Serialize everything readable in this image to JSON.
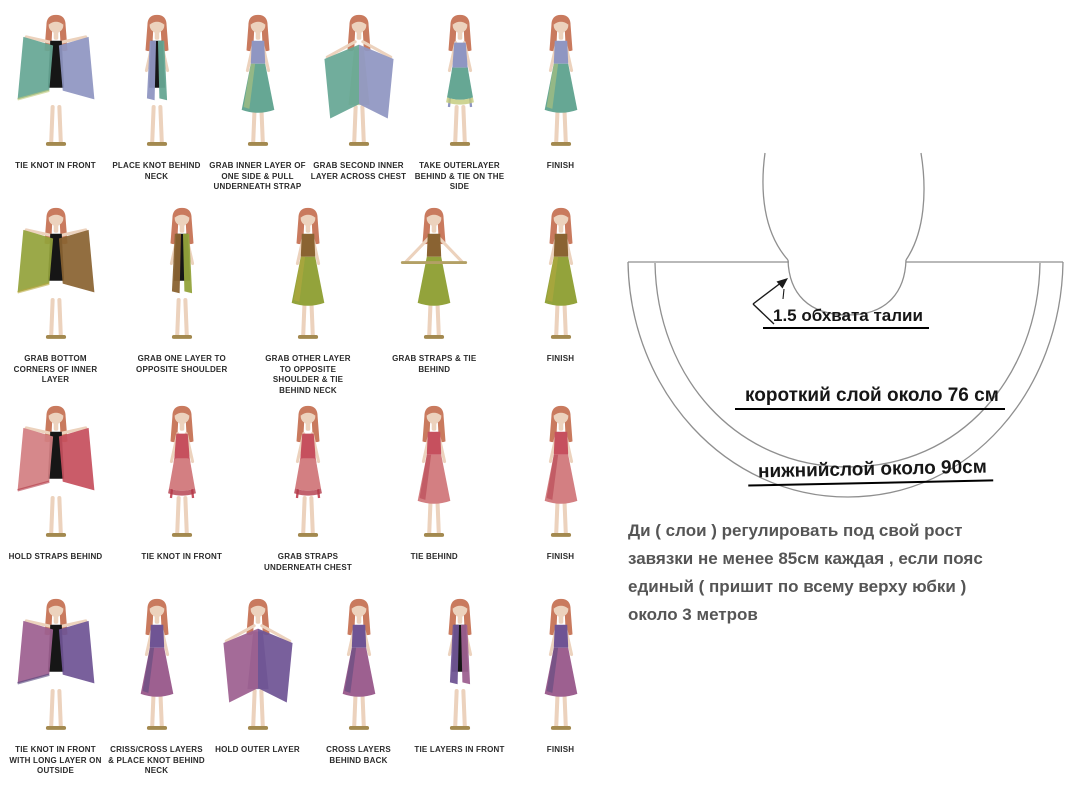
{
  "title": "wrap skirt tying instructions with sewing pattern",
  "instructions": {
    "figure_colors": {
      "hair": "#c97a5e",
      "skin": "#ecd2bd",
      "underdress": "#161616",
      "shoes": "#a3894f"
    },
    "rows": [
      {
        "wrap_name": "blue-green layered wrap",
        "colors": {
          "primary": "#8f96c2",
          "secondary": "#66a794",
          "accent": "#c2c978"
        },
        "steps": [
          {
            "caption": "TIE KNOT IN FRONT",
            "pose": "open"
          },
          {
            "caption": "PLACE KNOT BEHIND NECK",
            "pose": "drape"
          },
          {
            "caption": "GRAB INNER LAYER OF ONE SIDE & PULL UNDERNEATH STRAP",
            "pose": "dress"
          },
          {
            "caption": "GRAB SECOND INNER LAYER ACROSS CHEST",
            "pose": "cape"
          },
          {
            "caption": "TAKE OUTERLAYER BEHIND & TIE ON THE SIDE",
            "pose": "wrap"
          },
          {
            "caption": "FINISH",
            "pose": "dress"
          }
        ]
      },
      {
        "wrap_name": "olive-brown wrap",
        "colors": {
          "primary": "#8a6332",
          "secondary": "#93a33b",
          "accent": "#b9a93f"
        },
        "steps": [
          {
            "caption": "GRAB BOTTOM CORNERS OF INNER LAYER",
            "pose": "open"
          },
          {
            "caption": "GRAB ONE LAYER TO OPPOSITE SHOULDER",
            "pose": "drape"
          },
          {
            "caption": "GRAB OTHER LAYER TO OPPOSITE SHOULDER & TIE BEHIND NECK",
            "pose": "dress"
          },
          {
            "caption": "GRAB STRAPS & TIE BEHIND",
            "pose": "tie"
          },
          {
            "caption": "FINISH",
            "pose": "dress"
          }
        ]
      },
      {
        "wrap_name": "red wrap",
        "colors": {
          "primary": "#c6505e",
          "secondary": "#d37f82",
          "accent": "#b23a48"
        },
        "steps": [
          {
            "caption": "HOLD STRAPS BEHIND",
            "pose": "open"
          },
          {
            "caption": "TIE KNOT IN FRONT",
            "pose": "wrap"
          },
          {
            "caption": "GRAB STRAPS UNDERNEATH CHEST",
            "pose": "wrap"
          },
          {
            "caption": "TIE BEHIND",
            "pose": "dress"
          },
          {
            "caption": "FINISH",
            "pose": "dress"
          }
        ]
      },
      {
        "wrap_name": "purple wrap",
        "colors": {
          "primary": "#6f5494",
          "secondary": "#9d6090",
          "accent": "#54457c"
        },
        "steps": [
          {
            "caption": "TIE KNOT IN FRONT WITH LONG LAYER ON OUTSIDE",
            "pose": "open"
          },
          {
            "caption": "CRISS/CROSS LAYERS & PLACE KNOT BEHIND NECK",
            "pose": "dress"
          },
          {
            "caption": "HOLD OUTER LAYER",
            "pose": "cape"
          },
          {
            "caption": "CROSS LAYERS BEHIND BACK",
            "pose": "dress"
          },
          {
            "caption": "TIE LAYERS IN FRONT",
            "pose": "drape"
          },
          {
            "caption": "FINISH",
            "pose": "dress"
          }
        ]
      }
    ]
  },
  "pattern": {
    "waist_label": "1.5 обхвата талии",
    "short_layer_label": "короткий слой около 76 см",
    "bottom_layer_label": "нижнийслой около 90см",
    "notes": [
      "Ди ( слои ) регулировать под свой рост",
      "завязки не менее 85см каждая , если пояс",
      "единый ( пришит по всему верху юбки )",
      "около  3 метров"
    ],
    "line_color": "#8f8f8f",
    "arrow_color": "#1a1a1a"
  }
}
